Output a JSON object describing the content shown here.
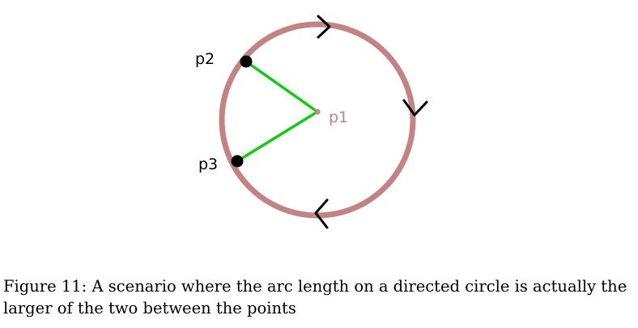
{
  "diagram": {
    "points": [
      {
        "id": "p2",
        "label": "p2"
      },
      {
        "id": "p1",
        "label": "p1"
      },
      {
        "id": "p3",
        "label": "p3"
      }
    ],
    "colors": {
      "circle": "#c48383",
      "segments": "#11cc11",
      "endpoints": "#000000",
      "center_label": "#c48383",
      "arrows": "#000000"
    }
  },
  "caption": {
    "text": "Figure 11: A scenario where the arc length on a directed circle is actually the larger of the two between the points"
  }
}
